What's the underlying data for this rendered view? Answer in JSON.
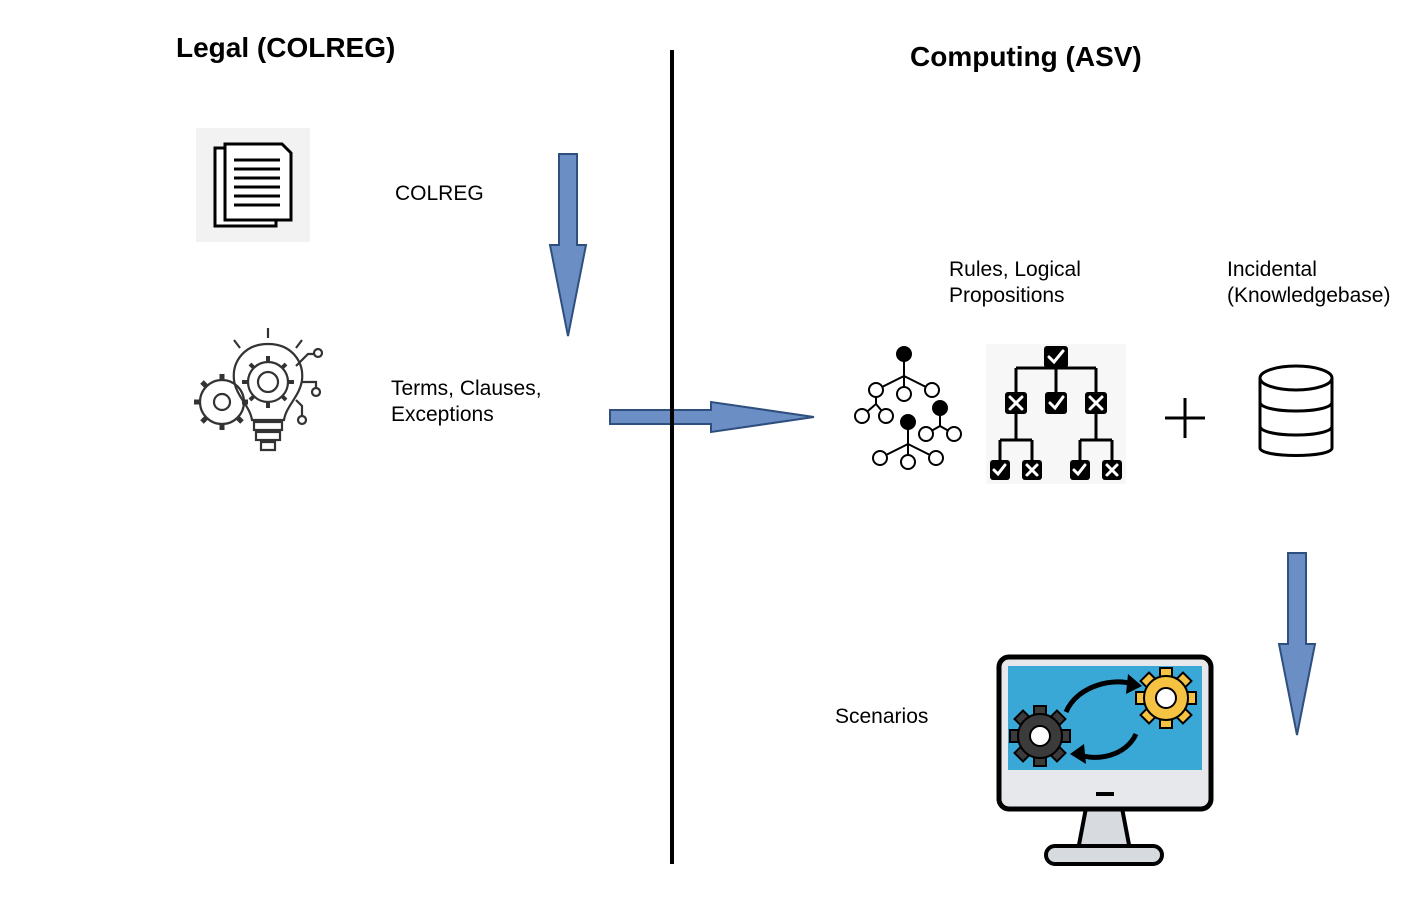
{
  "left": {
    "heading": "Legal (COLREG)",
    "colreg_label": "COLREG",
    "terms_line1": "Terms, Clauses,",
    "terms_line2": "Exceptions"
  },
  "right": {
    "heading": "Computing (ASV)",
    "rules_line1": "Rules, Logical",
    "rules_line2": "Propositions",
    "incidental_line1": "Incidental",
    "incidental_line2": "(Knowledgebase)",
    "scenarios_label": "Scenarios"
  },
  "icons": {
    "document": "document-icon",
    "lightbulb_gears": "lightbulb-gears-icon",
    "tree_network": "tree-network-icon",
    "decision_tree": "decision-tree-icon",
    "plus": "plus-icon",
    "database": "database-icon",
    "monitor_gears": "monitor-gears-icon"
  },
  "colors": {
    "arrow_fill": "#6b8fc4",
    "arrow_stroke": "#2f4f7f",
    "divider": "#000000",
    "screen": "#3aa8d6",
    "gear_yellow": "#f5c242",
    "gear_dark": "#3b3b3b"
  }
}
